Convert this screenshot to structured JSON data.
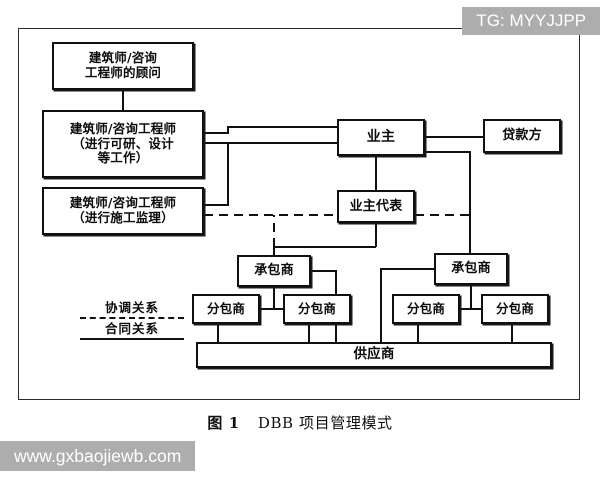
{
  "figure": {
    "caption_number": "图 1",
    "caption_title": "DBB 项目管理模式",
    "title_full": "图 1　DBB 项目管理模式"
  },
  "watermarks": {
    "top_right": "TG: MYYJJPP",
    "bottom_left": "www.gxbaojiewb.com"
  },
  "diagram": {
    "type": "organizational-flow",
    "nodes": {
      "adviser": "建筑师/咨询\n工程师的顾问",
      "adviser_line1": "建筑师/咨询",
      "adviser_line2": "工程师的顾问",
      "design": "建筑师/咨询工程师\n（进行可研、设计\n等工作）",
      "design_line1": "建筑师/咨询工程师",
      "design_line2": "（进行可研、设计",
      "design_line3": "等工作）",
      "supervise": "建筑师/咨询工程师\n（进行施工监理）",
      "supervise_line1": "建筑师/咨询工程师",
      "supervise_line2": "（进行施工监理）",
      "owner": "业主",
      "lender": "贷款方",
      "owner_rep": "业主代表",
      "contractor_left": "承包商",
      "contractor_right": "承包商",
      "sub1": "分包商",
      "sub2": "分包商",
      "sub3": "分包商",
      "sub4": "分包商",
      "supplier": "供应商"
    },
    "legend": {
      "coordination": "协调关系",
      "contract": "合同关系",
      "coordination_style": "dashed",
      "contract_style": "solid"
    },
    "colors": {
      "line": "#101010",
      "box_border": "#101010",
      "background": "#ffffff",
      "watermark_bg": "#adadad",
      "watermark_text": "#ffffff"
    }
  }
}
